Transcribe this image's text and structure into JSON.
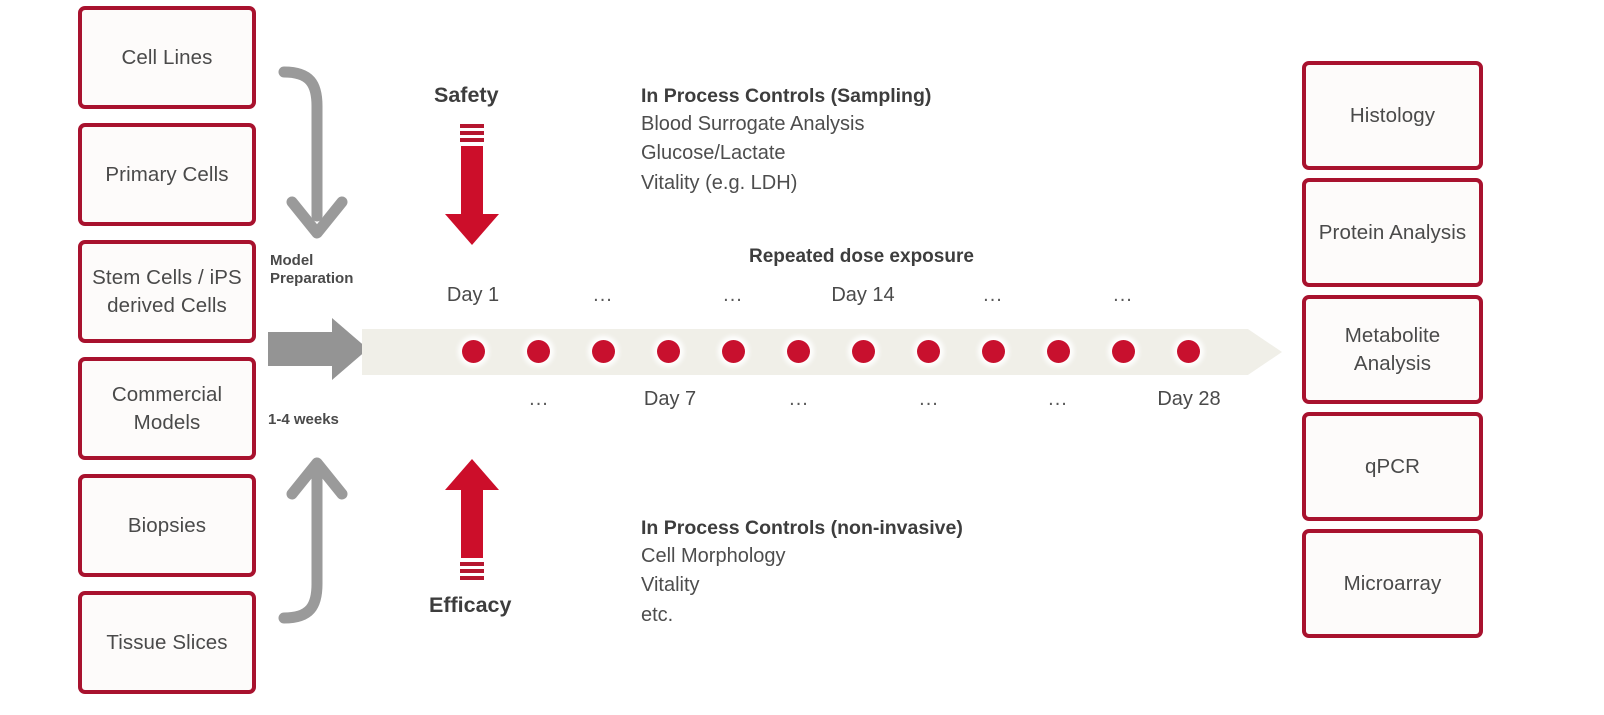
{
  "diagram": {
    "model_inputs": [
      {
        "label": "Cell Lines"
      },
      {
        "label": "Primary Cells"
      },
      {
        "label": "Stem Cells /\niPS derived Cells"
      },
      {
        "label": "Commercial\nModels"
      },
      {
        "label": "Biopsies"
      },
      {
        "label": "Tissue Slices"
      }
    ],
    "readouts": [
      {
        "label": "Histology"
      },
      {
        "label": "Protein Analysis"
      },
      {
        "label": "Metabolite\nAnalysis"
      },
      {
        "label": "qPCR"
      },
      {
        "label": "Microarray"
      }
    ],
    "model_prep": {
      "label": "Model\nPreparation",
      "duration": "1-4 weeks"
    },
    "timeline": {
      "title": "Repeated dose exposure",
      "dose_count": 12,
      "top_labels": [
        "Day 1",
        "...",
        "...",
        "Day 14",
        "...",
        "..."
      ],
      "bottom_labels": [
        "...",
        "Day 7",
        "...",
        "...",
        "...",
        "Day 28"
      ]
    },
    "safety": {
      "word": "Safety",
      "arrow_direction": "down",
      "ipc_heading": "In Process Controls (Sampling)",
      "ipc_items": [
        "Blood Surrogate Analysis",
        "Glucose/Lactate",
        "Vitality (e.g. LDH)"
      ]
    },
    "efficacy": {
      "word": "Efficacy",
      "arrow_direction": "up",
      "ipc_heading": "In Process Controls (non-invasive)",
      "ipc_items": [
        "Cell Morphology",
        "Vitality",
        "etc."
      ]
    },
    "colors": {
      "brand_red": "#A8122E",
      "dose_red": "#C8102E",
      "arrow_gray": "#8f8f8f",
      "band_beige": "#f0efe8",
      "text_gray": "#4a4a4a"
    }
  }
}
